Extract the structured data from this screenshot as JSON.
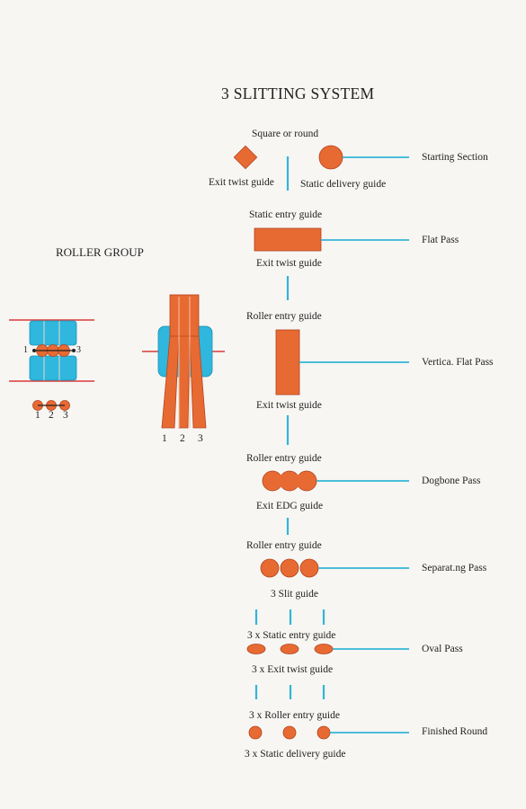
{
  "title": "3 SLITTING SYSTEM",
  "colors": {
    "steel": "#e86a33",
    "steel_stroke": "#b2441c",
    "line": "#33b5d6",
    "roll": "#2fb7de",
    "roll_line": "#d93a3a",
    "pin": "#222222",
    "background": "#f7f6f3"
  },
  "roller_group": {
    "label": "ROLLER GROUP",
    "numbers_small": [
      "1",
      "2",
      "3"
    ],
    "numbers_large": [
      "1",
      "2",
      "3"
    ],
    "inline_numbers": [
      "1",
      "3"
    ]
  },
  "labels": {
    "square_or_round": "Square or round",
    "exit_twist_guide_1": "Exit twist guide",
    "static_delivery_guide": "Static delivery guide",
    "static_entry_guide": "Static entry guide",
    "exit_twist_guide_2": "Exit twist guide",
    "roller_entry_guide_1": "Roller entry guide",
    "exit_twist_guide_3": "Exit twist guide",
    "roller_entry_guide_2": "Roller entry guide",
    "exit_edg_guide": "Exit EDG guide",
    "roller_entry_guide_3": "Roller entry guide",
    "slit_guide": "3 Slit guide",
    "static_entry_guide_x3": "3 x Static entry guide",
    "exit_twist_guide_x3": "3 x Exit twist guide",
    "roller_entry_guide_x3": "3 x Roller entry guide",
    "static_delivery_guide_x3": "3 x Static delivery guide"
  },
  "passes": [
    "Starting Section",
    "Flat Pass",
    "Vertica. Flat Pass",
    "Dogbone Pass",
    "Separat.ng Pass",
    "Oval Pass",
    "Finished Round"
  ]
}
